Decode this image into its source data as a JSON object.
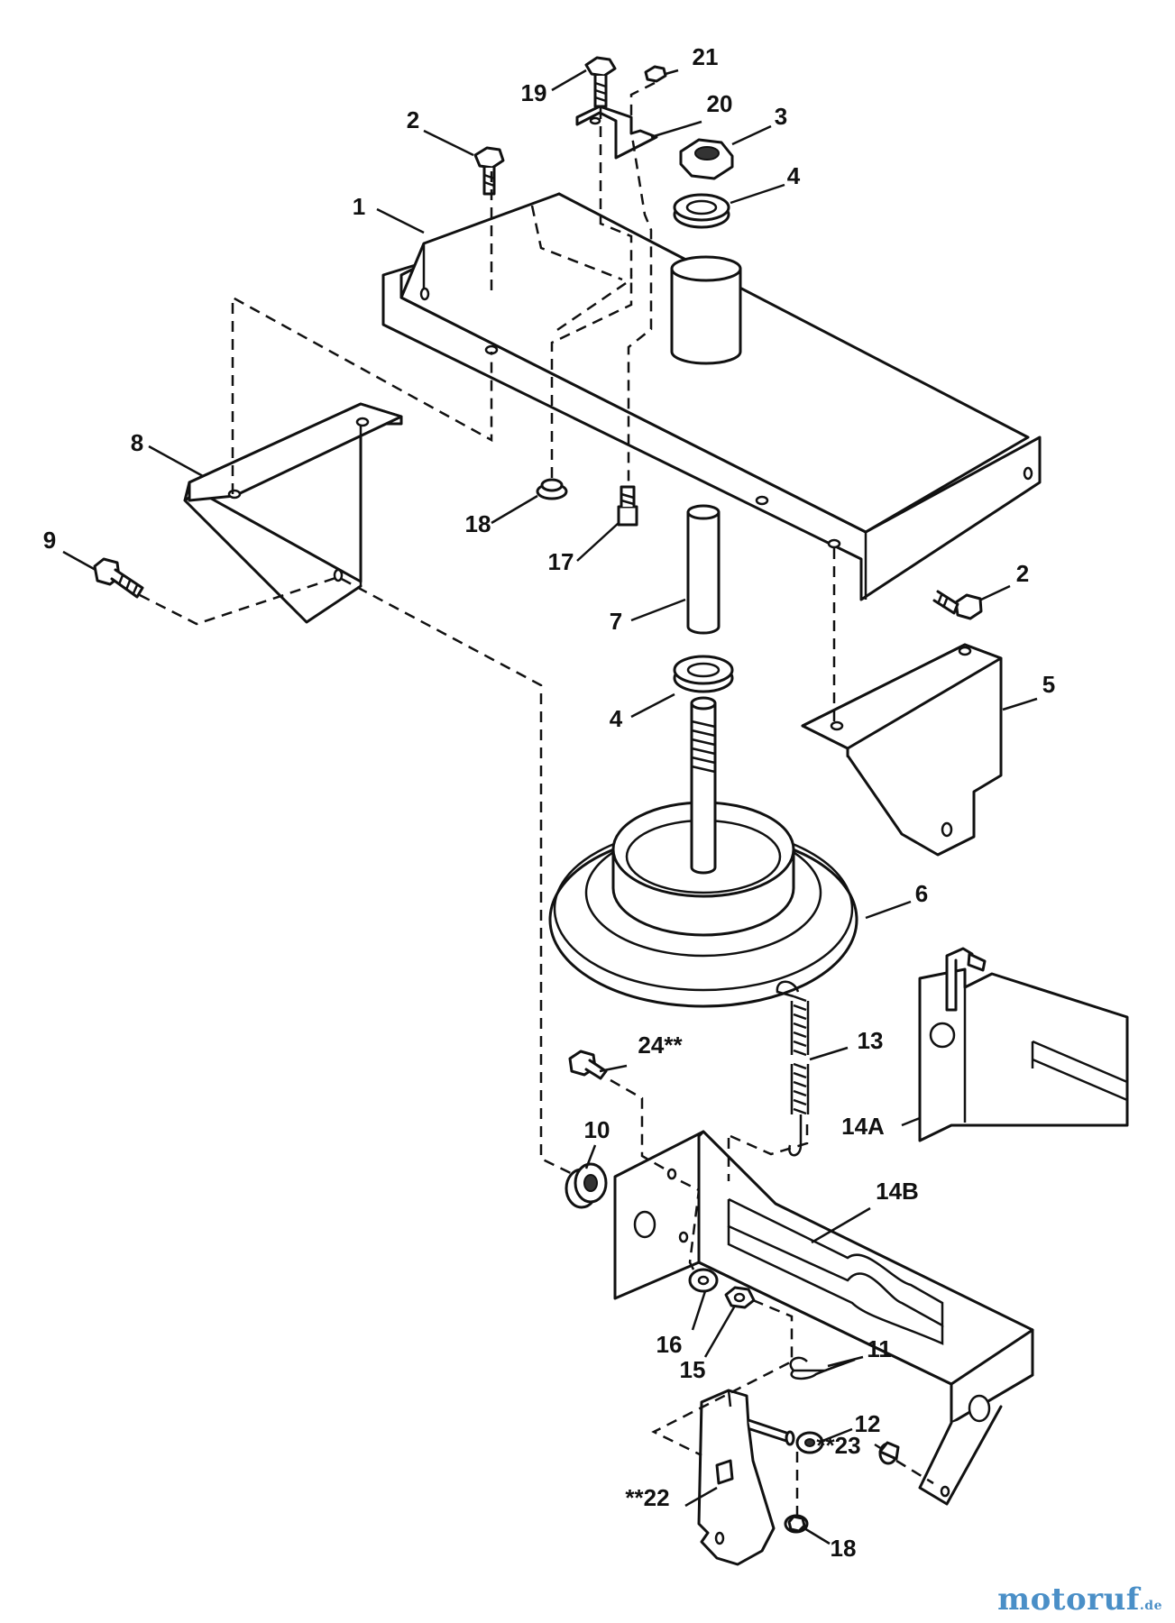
{
  "diagram": {
    "callouts": {
      "c1": "1",
      "c2a": "2",
      "c2b": "2",
      "c3": "3",
      "c4a": "4",
      "c4b": "4",
      "c5": "5",
      "c6": "6",
      "c7": "7",
      "c8": "8",
      "c9": "9",
      "c10": "10",
      "c11": "11",
      "c12": "12",
      "c13": "13",
      "c14a": "14A",
      "c14b": "14B",
      "c15": "15",
      "c16": "16",
      "c17": "17",
      "c18a": "18",
      "c18b": "18",
      "c19": "19",
      "c20": "20",
      "c21": "21",
      "c22": "**22",
      "c23": "**23",
      "c24": "24**"
    }
  },
  "watermark": {
    "text": "motoruf",
    "suffix": ".de",
    "color": "#4a8fc7"
  }
}
